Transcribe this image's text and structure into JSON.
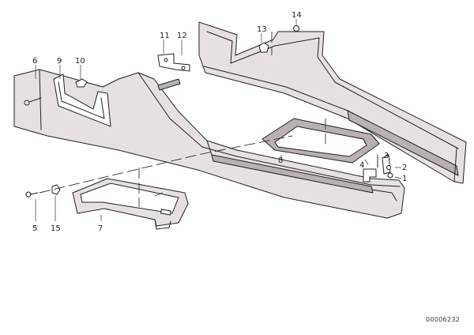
{
  "callouts": {
    "c1": "1",
    "c2": "2",
    "c3": "3",
    "c4": "4",
    "c5": "5",
    "c6": "6",
    "c7": "7",
    "c8": "8",
    "c9": "9",
    "c10": "10",
    "c11": "11",
    "c12": "12",
    "c13": "13",
    "c14": "14",
    "c15": "15"
  },
  "part_number": "00006232"
}
